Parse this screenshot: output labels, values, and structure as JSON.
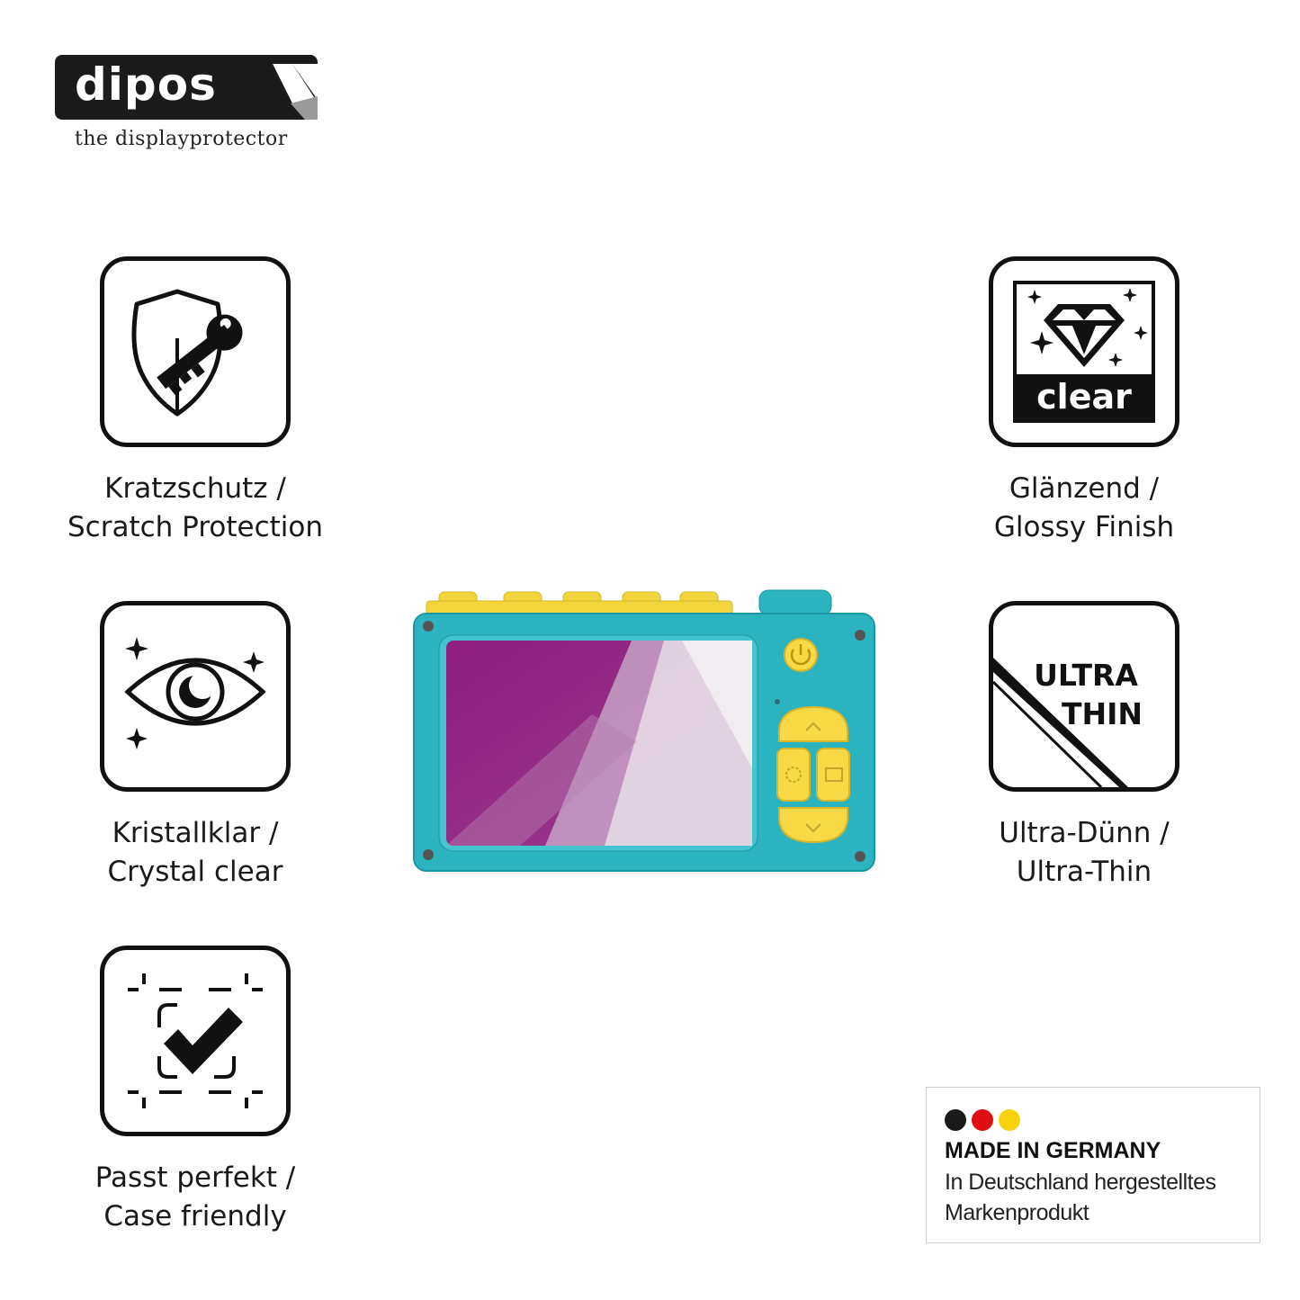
{
  "brand": {
    "name": "dipos",
    "tagline": "the displayprotector"
  },
  "features": [
    {
      "icon": "shield-key-icon",
      "line1": "Kratzschutz /",
      "line2": "Scratch Protection"
    },
    {
      "icon": "eye-icon",
      "line1": "Kristallklar /",
      "line2": "Crystal clear"
    },
    {
      "icon": "checkmark-frame-icon",
      "line1": "Passt perfekt /",
      "line2": "Case friendly"
    },
    {
      "icon": "diamond-clear-icon",
      "badge_text": "clear",
      "line1": "Glänzend /",
      "line2": "Glossy Finish"
    },
    {
      "icon": "ruler-ultra-thin-icon",
      "badge_line1": "ULTRA",
      "badge_line2": "THIN",
      "line1": "Ultra-Dünn /",
      "line2": "Ultra-Thin"
    }
  ],
  "made_in_germany": {
    "title": "MADE IN GERMANY",
    "line1": "In Deutschland hergestelltes",
    "line2": "Markenprodukt",
    "flag_colors": [
      "#1a1a1a",
      "#e10e16",
      "#f6d30d"
    ]
  },
  "camera": {
    "body_color": "#2bb3c0",
    "button_color": "#f6d944",
    "screen_color": "#8a2a82"
  }
}
